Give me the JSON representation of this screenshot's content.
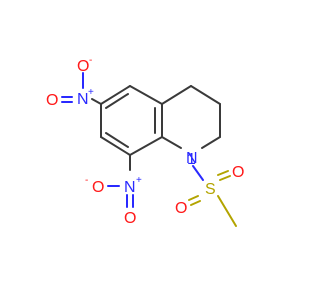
{
  "molecule": {
    "atoms": {
      "n_ring": "N",
      "n_ring_num": "1",
      "s": "S",
      "o_s1": "O",
      "o_s2": "O",
      "n_nitro6": "N",
      "n_nitro6_charge": "+",
      "o_nitro6_minus": "O",
      "o_nitro6_minus_charge": "-",
      "o_nitro6_dbl": "O",
      "n_nitro8": "N",
      "n_nitro8_charge": "+",
      "o_nitro8_minus": "O",
      "o_nitro8_minus_charge": "-",
      "o_nitro8_dbl": "O"
    },
    "colors": {
      "carbon": "#3a3a3a",
      "nitrogen": "#2a2aff",
      "oxygen": "#ff1a1a",
      "sulfur": "#b3a400"
    }
  }
}
